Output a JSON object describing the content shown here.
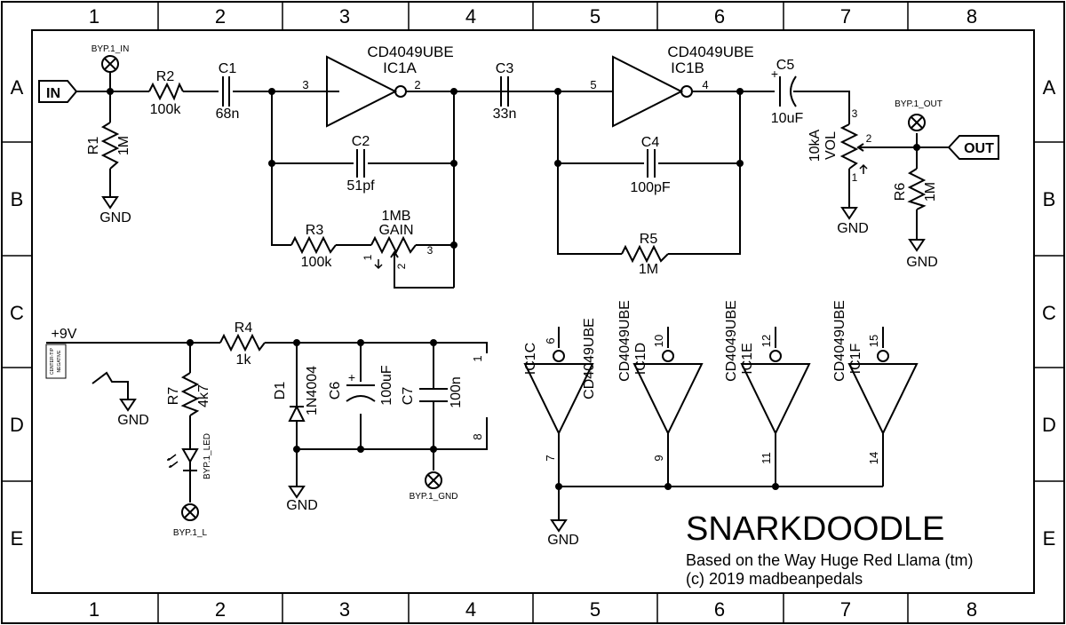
{
  "frame": {
    "columns": [
      "1",
      "2",
      "3",
      "4",
      "5",
      "6",
      "7",
      "8"
    ],
    "rows": [
      "A",
      "B",
      "C",
      "D",
      "E"
    ]
  },
  "title": {
    "name": "SNARKDOODLE",
    "credit": "Based on the Way Huge Red Llama (tm)",
    "copyright": "(c) 2019 madbeanpedals"
  },
  "ports": {
    "input": "IN",
    "output": "OUT"
  },
  "power": {
    "supply": "+9V",
    "jack_label_1": "CENTER-TIP",
    "jack_label_2": "NEGATIVE",
    "ground": "GND"
  },
  "bypass": {
    "in": "BYP.1_IN",
    "out": "BYP.1_OUT",
    "led": "BYP.1_LED",
    "l": "BYP.1_L",
    "gnd": "BYP.1_GND"
  },
  "components": {
    "R1": {
      "ref": "R1",
      "value": "1M"
    },
    "R2": {
      "ref": "R2",
      "value": "100k"
    },
    "R3": {
      "ref": "R3",
      "value": "100k"
    },
    "R4": {
      "ref": "R4",
      "value": "1k"
    },
    "R5": {
      "ref": "R5",
      "value": "1M"
    },
    "R6": {
      "ref": "R6",
      "value": "1M"
    },
    "R7": {
      "ref": "R7",
      "value": "4k7"
    },
    "C1": {
      "ref": "C1",
      "value": "68n"
    },
    "C2": {
      "ref": "C2",
      "value": "51pf"
    },
    "C3": {
      "ref": "C3",
      "value": "33n"
    },
    "C4": {
      "ref": "C4",
      "value": "100pF"
    },
    "C5": {
      "ref": "C5",
      "value": "10uF"
    },
    "C6": {
      "ref": "C6",
      "value": "100uF"
    },
    "C7": {
      "ref": "C7",
      "value": "100n"
    },
    "D1": {
      "ref": "D1",
      "value": "1N4004"
    },
    "GAIN": {
      "ref": "GAIN",
      "value": "1MB"
    },
    "VOL": {
      "ref": "VOL",
      "value": "10kA"
    }
  },
  "ic": {
    "part": "CD4049UBE",
    "units": [
      {
        "ref": "IC1A",
        "in_pin": "3",
        "out_pin": "2"
      },
      {
        "ref": "IC1B",
        "in_pin": "5",
        "out_pin": "4"
      },
      {
        "ref": "IC1C",
        "in_pin": "7",
        "out_pin": "6"
      },
      {
        "ref": "IC1D",
        "in_pin": "9",
        "out_pin": "10"
      },
      {
        "ref": "IC1E",
        "in_pin": "11",
        "out_pin": "12"
      },
      {
        "ref": "IC1F",
        "in_pin": "14",
        "out_pin": "15"
      }
    ],
    "supply_pins": [
      "1",
      "8"
    ]
  },
  "pot_pins": [
    "1",
    "2",
    "3"
  ]
}
